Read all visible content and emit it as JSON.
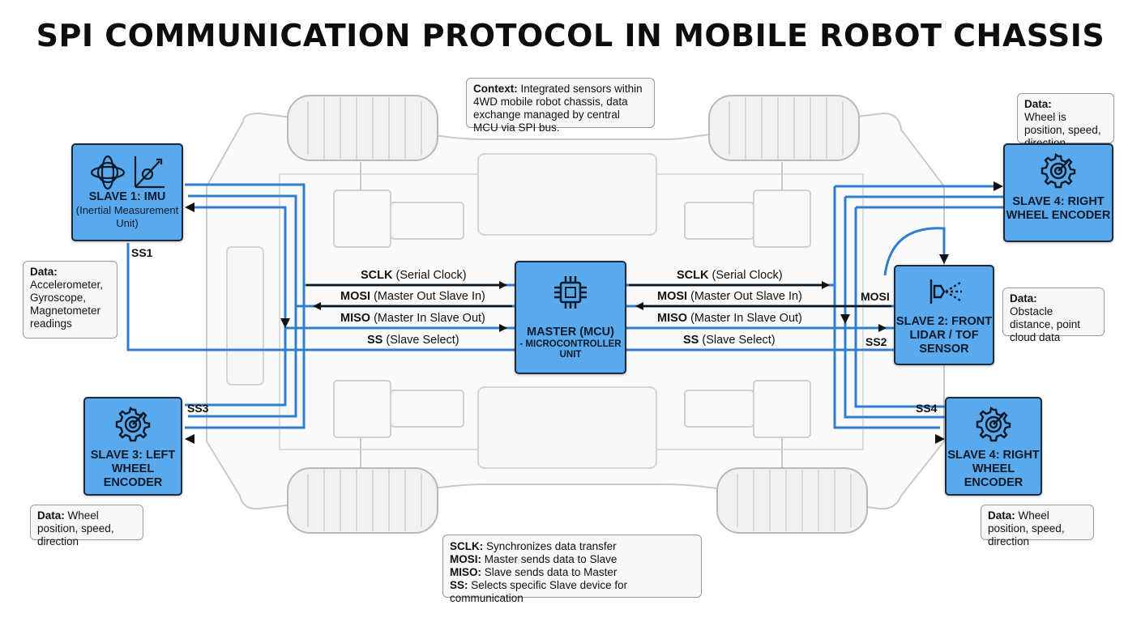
{
  "title": "SPI COMMUNICATION PROTOCOL IN MOBILE ROBOT CHASSIS",
  "colors": {
    "node_fill": "#5aa9ec",
    "bus_line": "#2f7fd0",
    "signal_line": "#111111",
    "chassis": "#c9c9c9"
  },
  "context_note": {
    "label": "Context:",
    "text": " Integrated sensors within 4WD mobile robot chassis, data exchange managed by central MCU via SPI bus."
  },
  "master": {
    "icon": "chip-icon",
    "title": "MASTER (MCU)",
    "subtitle": "- MICROCONTROLLER UNIT"
  },
  "slaves": {
    "imu": {
      "icon": "imu-icon",
      "title": "SLAVE 1: IMU",
      "subtitle": "(Inertial Measurement Unit)",
      "ss": "SS1"
    },
    "lidar": {
      "icon": "lidar-icon",
      "title": "SLAVE 2: FRONT LIDAR / TOF SENSOR",
      "ss": "SS2",
      "mosi": "MOSI"
    },
    "left_encoder": {
      "icon": "gear-target-icon",
      "title": "SLAVE 3: LEFT WHEEL ENCODER",
      "ss": "SS3"
    },
    "right_encoder_top": {
      "icon": "gear-target-icon",
      "title": "SLAVE 4: RIGHT WHEEL ENCODER"
    },
    "right_encoder_bottom": {
      "icon": "gear-target-icon",
      "title": "SLAVE 4: RIGHT WHEEL ENCODER",
      "ss": "SS4"
    }
  },
  "data_notes": {
    "imu": {
      "label": "Data:",
      "text": "Accelerometer, Gyroscope, Magnetometer readings"
    },
    "lidar": {
      "label": "Data:",
      "text": "Obstacle distance, point cloud data"
    },
    "left_encoder": {
      "label": "Data:",
      "text": " Wheel position, speed, direction"
    },
    "right_encoder_top": {
      "label": "Data:",
      "text": "Wheel is position, speed, direction"
    },
    "right_encoder_bottom": {
      "label": "Data:",
      "text": " Wheel position, speed, direction"
    }
  },
  "signals": {
    "sclk": {
      "name": "SCLK",
      "desc": " (Serial Clock)"
    },
    "mosi": {
      "name": "MOSI",
      "desc": " (Master Out Slave In)"
    },
    "miso": {
      "name": "MISO",
      "desc": " (Master In Slave Out)"
    },
    "ss": {
      "name": "SS",
      "desc": " (Slave Select)"
    }
  },
  "legend": [
    {
      "name": "SCLK:",
      "desc": " Synchronizes data transfer"
    },
    {
      "name": "MOSI:",
      "desc": " Master sends data to Slave"
    },
    {
      "name": "MISO:",
      "desc": " Slave sends data to Master"
    },
    {
      "name": "SS:",
      "desc": " Selects specific Slave device for communication"
    }
  ]
}
